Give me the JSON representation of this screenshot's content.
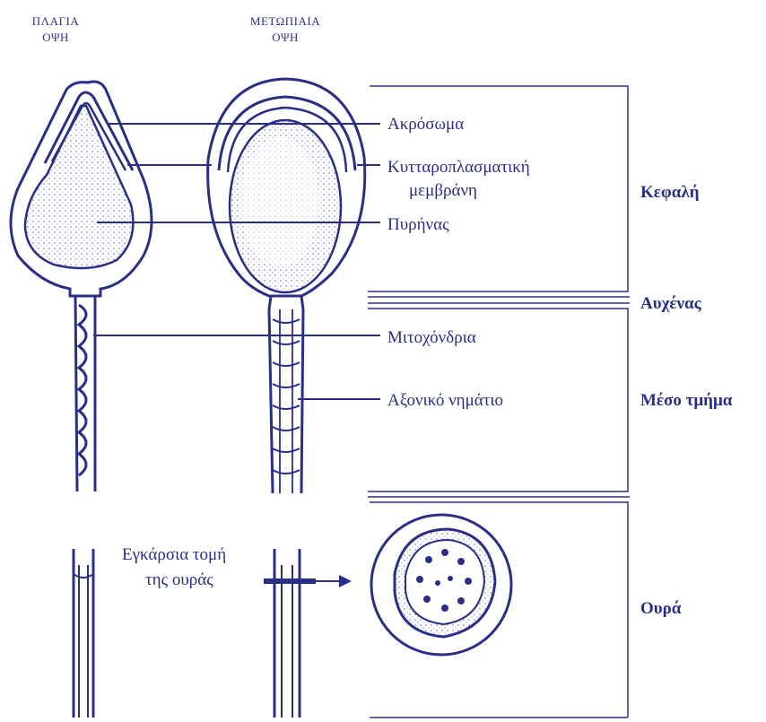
{
  "views": {
    "side": {
      "line1": "ΠΛΑΓΙΑ",
      "line2": "ΟΨΗ"
    },
    "front": {
      "line1": "ΜΕΤΩΠΙΑΙΑ",
      "line2": "ΟΨΗ"
    }
  },
  "parts": {
    "acrosome": "Ακρόσωμα",
    "membrane_line1": "Κυτταροπλασματική",
    "membrane_line2": "μεμβράνη",
    "nucleus": "Πυρήνας",
    "mitochondria": "Μιτοχόνδρια",
    "axoneme": "Αξονικό νημάτιο",
    "cross_section_line1": "Εγκάρσια τομή",
    "cross_section_line2": "της ουράς"
  },
  "regions": {
    "head": "Κεφαλή",
    "neck": "Αυχένας",
    "midpiece": "Μέσο τμήμα",
    "tail": "Ουρά"
  },
  "colors": {
    "ink": "#2a2f86",
    "stipple": "#6b6fb0"
  }
}
